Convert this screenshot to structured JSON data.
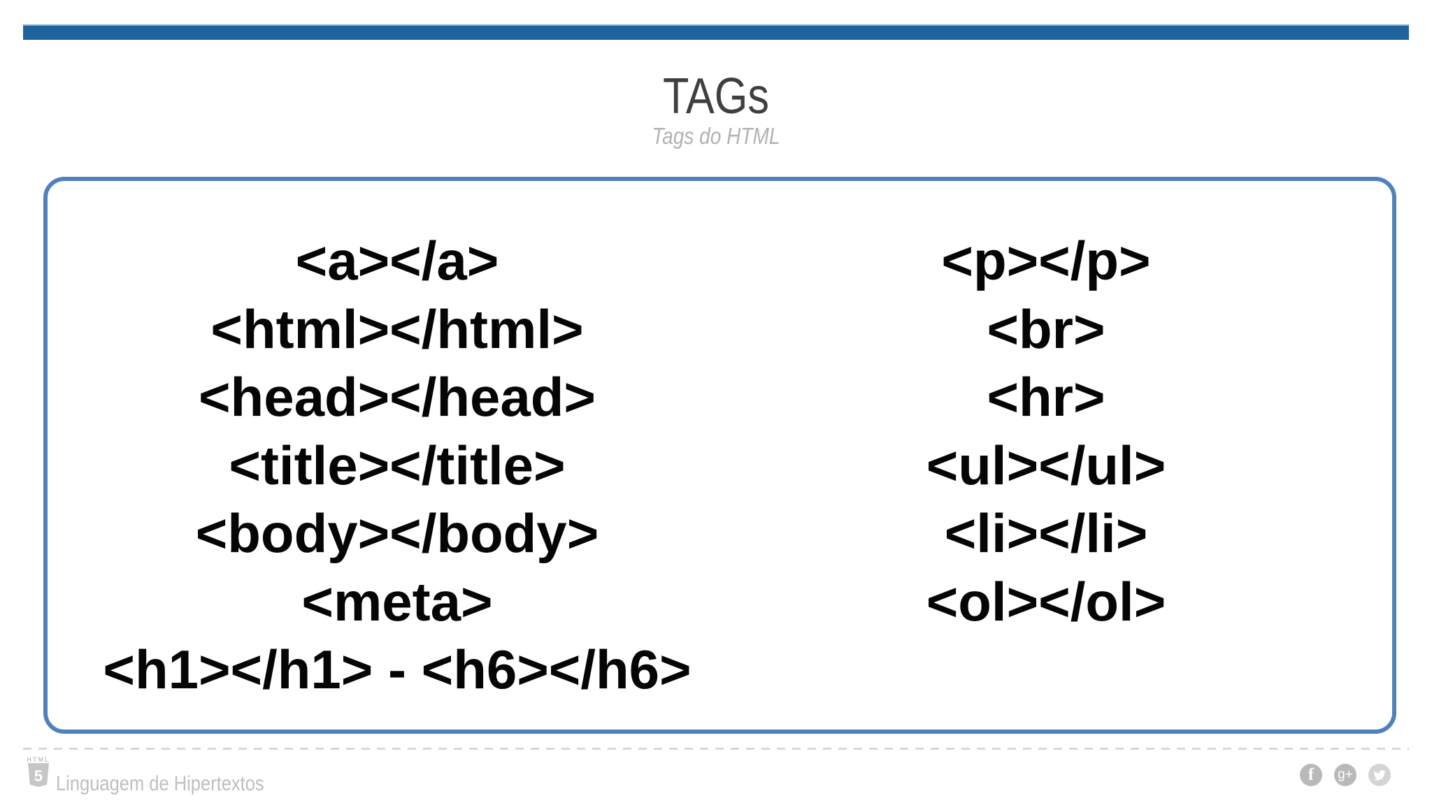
{
  "slide": {
    "title": "TAGs",
    "subtitle": "Tags do HTML",
    "tags_left": [
      "<a></a>",
      "<html></html>",
      "<head></head>",
      "<title></title>",
      "<body></body>",
      "<meta>",
      "<h1></h1> - <h6></h6>"
    ],
    "tags_right": [
      "<p></p>",
      "<br>",
      "<hr>",
      "<ul></ul>",
      "<li></li>",
      "<ol></ol>"
    ],
    "footer": {
      "logo_top_label": "HTML",
      "logo_number": "5",
      "text": "Linguagem de Hipertextos"
    },
    "social": {
      "facebook_label": "f",
      "google_plus_label": "g+"
    },
    "colors": {
      "top_bar": "#1e639c",
      "box_border": "#4f81bd",
      "title": "#3f3f3f",
      "subtitle": "#b2b2b2",
      "footer_text": "#bfbfbf",
      "tag_text": "#050505",
      "social_circle": "#b9b9b9",
      "social_circle_light": "#d4d4d4"
    }
  }
}
